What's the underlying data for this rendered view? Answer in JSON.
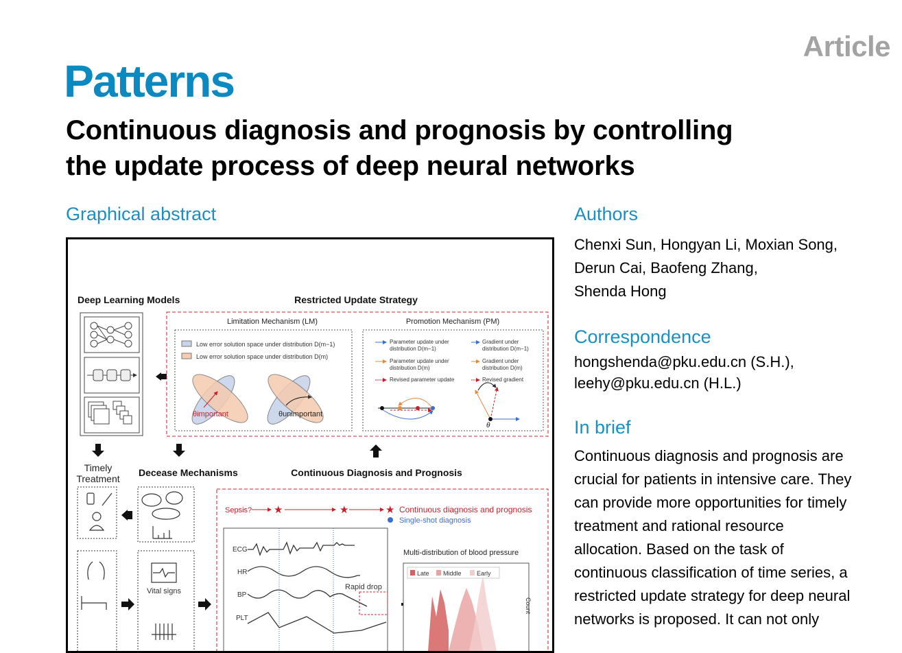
{
  "header": {
    "article_type": "Article",
    "journal": "Patterns"
  },
  "title_lines": [
    "Continuous diagnosis and prognosis by controlling",
    "the update process of deep neural networks"
  ],
  "graphical_abstract": {
    "heading": "Graphical abstract",
    "figure": {
      "deep_learning_models": "Deep Learning Models",
      "restricted_update_strategy": "Restricted Update Strategy",
      "lm_title": "Limitation Mechanism (LM)",
      "lm_legend": [
        "Low error solution space under distribution D(m−1)",
        "Low error solution space under distribution D(m)"
      ],
      "theta_important": "θimportant",
      "theta_unimportant": "θunimportant",
      "pm_title": "Promotion Mechanism (PM)",
      "pm_legend": [
        "Parameter update under",
        "distribution D(m−1)",
        "Parameter update under",
        "distribution D(m)",
        "Revised parameter update",
        "Gradient under",
        "distribution D(m−1)",
        "Gradient under",
        "distribution D(m)",
        "Revised gradient"
      ],
      "theta": "θ",
      "timely_treatment": [
        "Timely",
        "Treatment"
      ],
      "decease_mechanisms": "Decease Mechanisms",
      "continuous_dp": "Continuous Diagnosis and Prognosis",
      "sepsis": "Sepsis?",
      "continuous_label": "Continuous diagnosis and prognosis",
      "single_shot": "Single-shot diagnosis",
      "signals": [
        "ECG",
        "HR",
        "BP",
        "PLT"
      ],
      "rapid_drop": "Rapid drop",
      "vital_signs": "Vital signs",
      "multi_dist": "Multi-distribution of blood pressure",
      "hist_legend": [
        "Late",
        "Middle",
        "Early"
      ],
      "count": "Count"
    }
  },
  "authors": {
    "heading": "Authors",
    "lines": [
      "Chenxi Sun, Hongyan Li, Moxian Song,",
      "Derun Cai, Baofeng Zhang,",
      "Shenda Hong"
    ]
  },
  "correspondence": {
    "heading": "Correspondence",
    "lines": [
      "hongshenda@pku.edu.cn (S.H.),",
      "leehy@pku.edu.cn (H.L.)"
    ]
  },
  "in_brief": {
    "heading": "In brief",
    "lines": [
      "Continuous diagnosis and prognosis are",
      "crucial for patients in intensive care. They",
      "can provide more opportunities for timely",
      "treatment and rational resource",
      "allocation. Based on the task of",
      "continuous classification of time series, a",
      "restricted update strategy for deep neural",
      "networks is proposed. It can not only"
    ]
  },
  "colors": {
    "brand": "#0a8ac0",
    "accent_red": "#c8202a",
    "accent_blue": "#3a6fd0"
  }
}
